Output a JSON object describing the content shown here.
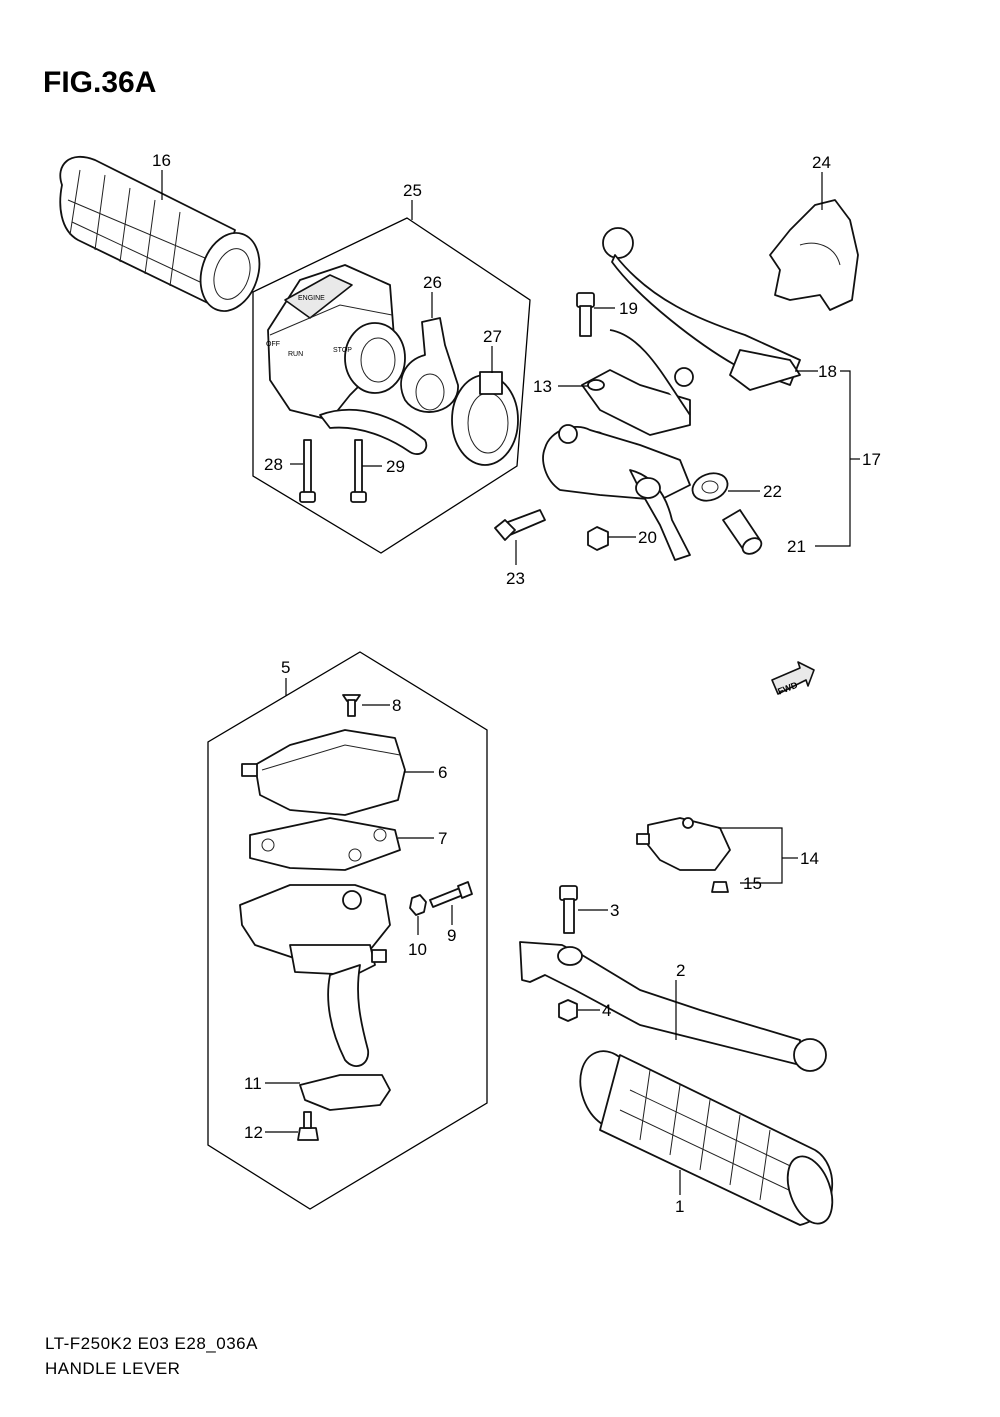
{
  "figure_title": "FIG.36A",
  "footer": {
    "code": "LT-F250K2 E03 E28_036A",
    "title": "HANDLE LEVER"
  },
  "fwd_badge": "FWD",
  "callouts": {
    "c1": "1",
    "c2": "2",
    "c3": "3",
    "c4": "4",
    "c5": "5",
    "c6": "6",
    "c7": "7",
    "c8": "8",
    "c9": "9",
    "c10": "10",
    "c11": "11",
    "c12": "12",
    "c13": "13",
    "c14": "14",
    "c15": "15",
    "c16": "16",
    "c17": "17",
    "c18": "18",
    "c19": "19",
    "c20": "20",
    "c21": "21",
    "c22": "22",
    "c23": "23",
    "c24": "24",
    "c25": "25",
    "c26": "26",
    "c27": "27",
    "c28": "28",
    "c29": "29"
  },
  "switch_markings": {
    "engine": "ENGINE",
    "stop": "STOP",
    "off": "OFF",
    "run": "RUN"
  },
  "icons": [
    "grip-icon",
    "switch-housing-icon",
    "lever-icon",
    "bolt-icon",
    "nut-icon",
    "master-cylinder-icon",
    "fwd-arrow-icon"
  ]
}
